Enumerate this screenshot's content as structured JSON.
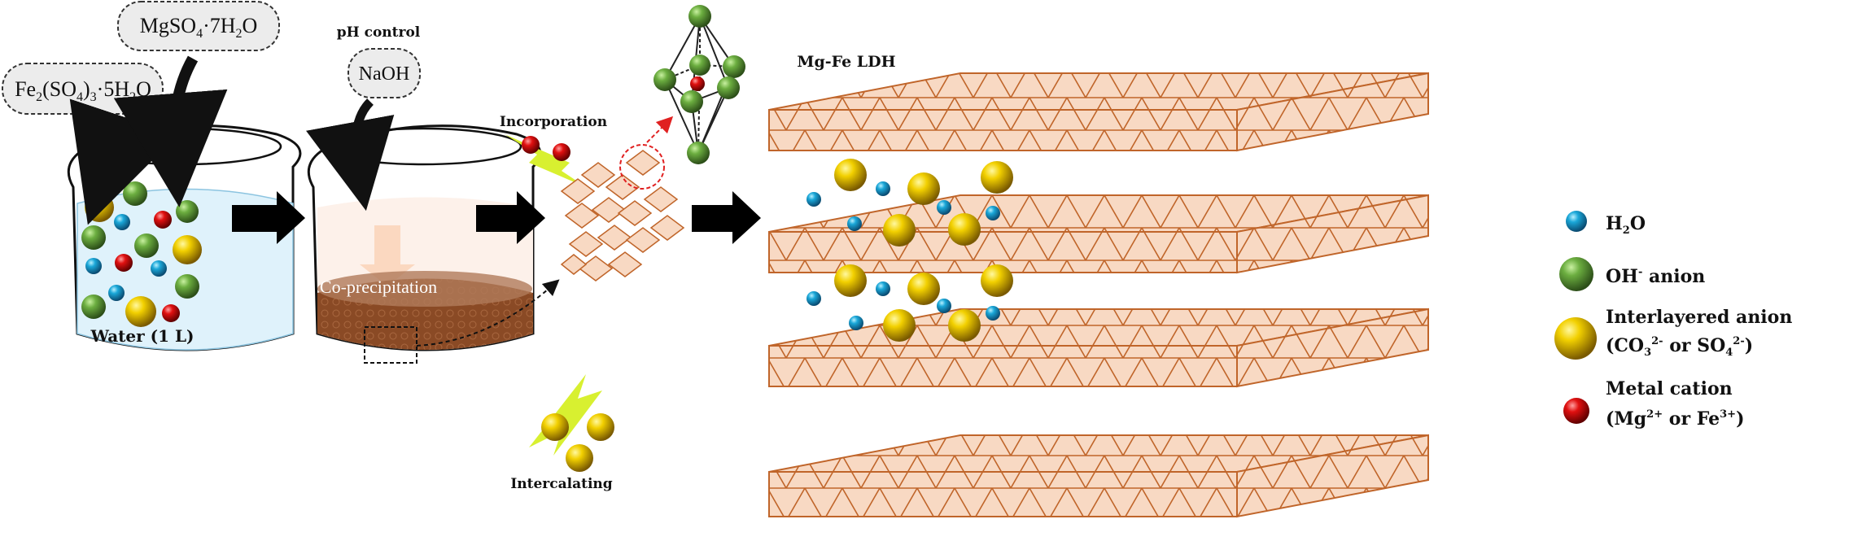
{
  "reagents": {
    "fe": {
      "main": "Fe",
      "s1": "2",
      "p1": "(SO",
      "s2": "4",
      "p2": ")",
      "s3": "3",
      "p3": "·5H",
      "s4": "2",
      "p4": "O"
    },
    "mg": {
      "main": "MgSO",
      "s1": "4",
      "p1": "·7H",
      "s2": "2",
      "p2": "O"
    },
    "ph_label": "pH control",
    "naoh": "NaOH"
  },
  "beaker1": {
    "label": "Water (1 L)"
  },
  "beaker2": {
    "label": "Co-precipitation"
  },
  "process": {
    "incorporation": "Incorporation",
    "intercalating": "Intercalating"
  },
  "ldh": {
    "title": "Mg-Fe LDH"
  },
  "legend": {
    "h2o": {
      "a": "H",
      "sub": "2",
      "b": "O"
    },
    "oh": {
      "a": "OH",
      "sup": "-",
      "b": " anion"
    },
    "inter": {
      "line1": "Interlayered anion",
      "a": "(CO",
      "sub1": "3",
      "sup1": "2-",
      "b": " or SO",
      "sub2": "4",
      "sup2": "2-",
      "c": ")"
    },
    "metal": {
      "line1": "Metal cation",
      "a": "(Mg",
      "sup1": "2+",
      "b": " or Fe",
      "sup2": "3+",
      "c": ")"
    }
  },
  "colors": {
    "h2o": "#1aa7d8",
    "oh": "#5f9e3a",
    "interlayer_anion": "#e8c000",
    "metal_cation": "#d81010",
    "ldh_octahedra": "#f6cfb4",
    "ldh_edge": "#c0652a",
    "precipitate": "#8a4a25",
    "water": "#dff2fb"
  },
  "icons": {
    "arrows": "black-right-arrow",
    "spheres": "ball-icons",
    "octahedron": "octahedron-icon"
  }
}
